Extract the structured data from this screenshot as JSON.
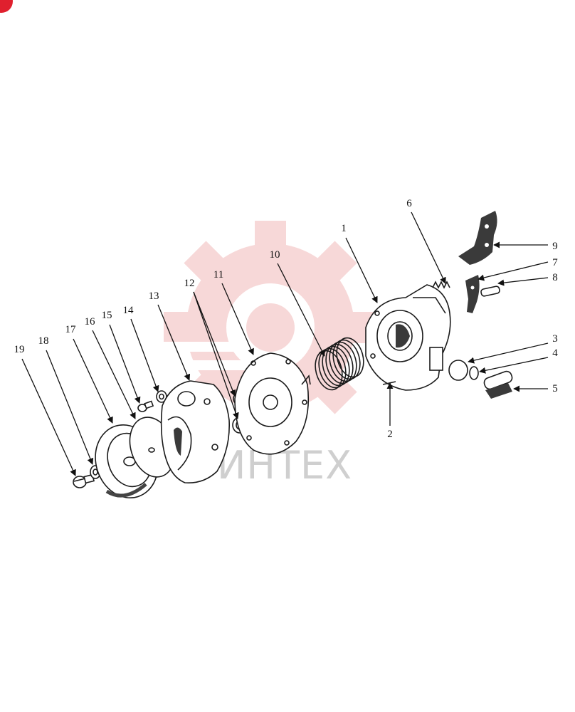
{
  "watermark": {
    "text": "ИНТЕХ",
    "gear_color": "#f2b9b9",
    "text_color": "#cfcfcf"
  },
  "corner_badge_color": "#e0202e",
  "callouts": [
    {
      "id": "1",
      "text": "1"
    },
    {
      "id": "2",
      "text": "2"
    },
    {
      "id": "3",
      "text": "3"
    },
    {
      "id": "4",
      "text": "4"
    },
    {
      "id": "5",
      "text": "5"
    },
    {
      "id": "6",
      "text": "6"
    },
    {
      "id": "7",
      "text": "7"
    },
    {
      "id": "8",
      "text": "8"
    },
    {
      "id": "9",
      "text": "9"
    },
    {
      "id": "10",
      "text": "10"
    },
    {
      "id": "11",
      "text": "11"
    },
    {
      "id": "12",
      "text": "12"
    },
    {
      "id": "13",
      "text": "13"
    },
    {
      "id": "14",
      "text": "14"
    },
    {
      "id": "15",
      "text": "15"
    },
    {
      "id": "16",
      "text": "16"
    },
    {
      "id": "17",
      "text": "17"
    },
    {
      "id": "18",
      "text": "18"
    },
    {
      "id": "19",
      "text": "19"
    }
  ]
}
